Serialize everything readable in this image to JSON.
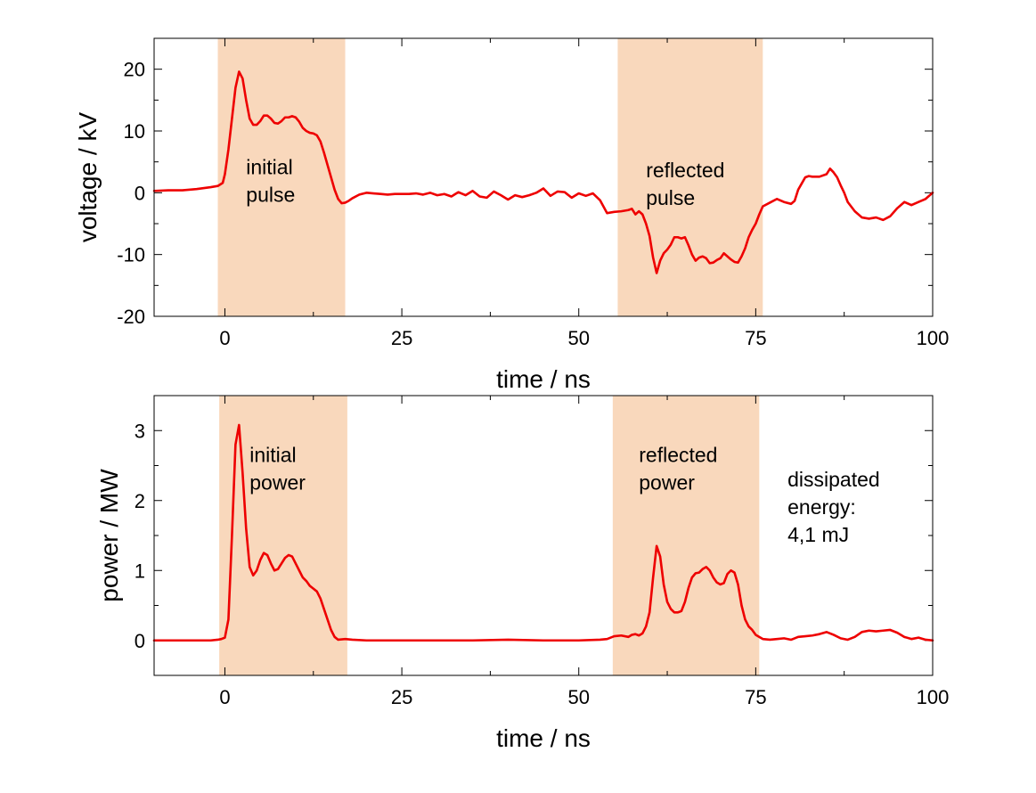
{
  "chart_data": [
    {
      "type": "line",
      "xlabel": "time / ns",
      "ylabel": "voltage / kV",
      "xlim": [
        -10,
        100
      ],
      "ylim": [
        -20,
        25
      ],
      "xticks": [
        0,
        25,
        50,
        75,
        100
      ],
      "xtick_labels": [
        "0",
        "25",
        "50",
        "75",
        "100"
      ],
      "yticks": [
        -20,
        -10,
        0,
        10,
        20
      ],
      "ytick_labels": [
        "-20",
        "-10",
        "0",
        "10",
        "20"
      ],
      "grid": false,
      "color": "#ee0000",
      "shaded_color": "#f9d8bc",
      "shaded_regions": [
        [
          -1,
          17
        ],
        [
          55.5,
          76
        ]
      ],
      "annotations": [
        {
          "lines": [
            "initial",
            "pulse"
          ],
          "x": 3,
          "y": 3
        },
        {
          "lines": [
            "reflected",
            "pulse"
          ],
          "x": 59.5,
          "y": 2.5
        }
      ],
      "series": [
        {
          "x": [
            -10,
            -8,
            -6,
            -4,
            -2,
            -1,
            -0.3,
            0,
            0.5,
            1,
            1.5,
            2,
            2.5,
            3,
            3.5,
            4,
            4.5,
            5,
            5.5,
            6,
            6.5,
            7,
            7.5,
            8,
            8.5,
            9,
            9.5,
            10,
            10.5,
            11,
            11.5,
            12,
            12.5,
            13,
            13.5,
            14,
            14.5,
            15,
            15.5,
            16,
            16.5,
            17,
            17.5,
            18,
            19,
            20,
            21,
            22,
            23,
            24,
            25,
            26,
            27,
            28,
            29,
            30,
            31,
            32,
            33,
            34,
            35,
            36,
            37,
            38,
            39,
            40,
            41,
            42,
            43,
            44,
            45,
            46,
            47,
            48,
            49,
            50,
            51,
            52,
            53,
            54,
            55,
            56,
            57,
            57.5,
            58,
            58.5,
            59,
            59.5,
            60,
            60.5,
            61,
            61.5,
            62,
            62.5,
            63,
            63.5,
            64,
            64.5,
            65,
            65.5,
            66,
            66.5,
            67,
            67.5,
            68,
            68.5,
            69,
            69.5,
            70,
            70.5,
            71,
            71.5,
            72,
            72.5,
            73,
            73.5,
            74,
            74.5,
            75,
            75.5,
            76,
            77,
            78,
            79,
            80,
            80.5,
            81,
            81.5,
            82,
            82.5,
            83,
            84,
            85,
            85.5,
            86,
            86.5,
            87,
            87.5,
            88,
            89,
            90,
            91,
            92,
            93,
            94,
            95,
            96,
            97,
            98,
            99,
            100
          ],
          "y": [
            0.3,
            0.4,
            0.4,
            0.6,
            0.9,
            1.1,
            1.6,
            3,
            7,
            12,
            17,
            19.6,
            18.5,
            15,
            12,
            11,
            11,
            11.6,
            12.5,
            12.5,
            12,
            11.3,
            11.2,
            11.6,
            12.2,
            12.2,
            12.4,
            12.2,
            11.5,
            10.5,
            10,
            9.7,
            9.6,
            9.3,
            8.3,
            6.5,
            4.5,
            2.5,
            0.5,
            -1,
            -1.7,
            -1.6,
            -1.3,
            -0.9,
            -0.3,
            0,
            -0.1,
            -0.2,
            -0.3,
            -0.2,
            -0.2,
            -0.2,
            -0.1,
            -0.3,
            0,
            -0.4,
            -0.2,
            -0.6,
            0.1,
            -0.4,
            0.3,
            -0.6,
            -0.8,
            0.2,
            -0.4,
            -1.1,
            -0.4,
            -0.7,
            -0.4,
            0,
            0.7,
            -0.5,
            0.2,
            0.1,
            -0.8,
            -0.1,
            -0.5,
            -0.1,
            -1.2,
            -3.3,
            -3.1,
            -3.0,
            -2.8,
            -2.6,
            -3.5,
            -3.0,
            -3.5,
            -5.0,
            -7.0,
            -10.5,
            -13,
            -11,
            -9.8,
            -9.2,
            -8.4,
            -7.2,
            -7.2,
            -7.4,
            -7.2,
            -8.5,
            -10,
            -11,
            -10.5,
            -10.3,
            -10.6,
            -11.4,
            -11.3,
            -10.9,
            -10.6,
            -9.8,
            -10.3,
            -10.8,
            -11.2,
            -11.3,
            -10.3,
            -9,
            -7.2,
            -6,
            -5,
            -3.5,
            -2.2,
            -1.6,
            -1,
            -1.5,
            -1.8,
            -1.3,
            0.5,
            1.5,
            2.5,
            2.7,
            2.6,
            2.6,
            3.0,
            3.9,
            3.3,
            2.5,
            1.2,
            0,
            -1.5,
            -3.0,
            -4.0,
            -4.2,
            -4.0,
            -4.4,
            -3.8,
            -2.5,
            -1.5,
            -2.0,
            -1.5,
            -1.0,
            0
          ]
        }
      ]
    },
    {
      "type": "line",
      "xlabel": "time / ns",
      "ylabel": "power / MW",
      "xlim": [
        -10,
        100
      ],
      "ylim": [
        -0.5,
        3.5
      ],
      "xticks": [
        0,
        25,
        50,
        75,
        100
      ],
      "xtick_labels": [
        "0",
        "25",
        "50",
        "75",
        "100"
      ],
      "yticks": [
        0,
        1,
        2,
        3
      ],
      "ytick_labels": [
        "0",
        "1",
        "2",
        "3"
      ],
      "grid": false,
      "color": "#ee0000",
      "shaded_color": "#f9d8bc",
      "shaded_regions": [
        [
          -0.8,
          17.3
        ],
        [
          54.8,
          75.5
        ]
      ],
      "annotations": [
        {
          "lines": [
            "initial",
            "power"
          ],
          "x": 3.5,
          "y": 2.55
        },
        {
          "lines": [
            "reflected",
            "power"
          ],
          "x": 58.5,
          "y": 2.55
        },
        {
          "lines": [
            "dissipated",
            "energy:",
            "4,1 mJ"
          ],
          "x": 79.5,
          "y": 2.2
        }
      ],
      "series": [
        {
          "x": [
            -10,
            -6,
            -2,
            -1,
            -0.5,
            0,
            0.5,
            1,
            1.5,
            2,
            2.5,
            3,
            3.5,
            4,
            4.5,
            5,
            5.5,
            6,
            6.5,
            7,
            7.5,
            8,
            8.5,
            9,
            9.5,
            10,
            10.5,
            11,
            11.5,
            12,
            12.5,
            13,
            13.5,
            14,
            14.5,
            15,
            15.5,
            16,
            17,
            18,
            20,
            25,
            30,
            35,
            40,
            45,
            50,
            53,
            54,
            55,
            56,
            57,
            57.5,
            58,
            58.5,
            59,
            59.5,
            60,
            60.5,
            61,
            61.5,
            62,
            62.5,
            63,
            63.5,
            64,
            64.5,
            65,
            65.5,
            66,
            66.5,
            67,
            67.5,
            68,
            68.5,
            69,
            69.5,
            70,
            70.5,
            71,
            71.5,
            72,
            72.5,
            73,
            73.5,
            74,
            74.5,
            75,
            75.5,
            76,
            77,
            78,
            79,
            80,
            81,
            82,
            83,
            84,
            85,
            86,
            87,
            88,
            89,
            90,
            91,
            92,
            93,
            94,
            95,
            96,
            97,
            98,
            99,
            100
          ],
          "y": [
            0,
            0,
            0,
            0.01,
            0.02,
            0.04,
            0.3,
            1.5,
            2.8,
            3.08,
            2.4,
            1.6,
            1.05,
            0.93,
            1.0,
            1.15,
            1.25,
            1.22,
            1.1,
            1.0,
            1.02,
            1.1,
            1.18,
            1.22,
            1.2,
            1.1,
            1.0,
            0.9,
            0.85,
            0.78,
            0.74,
            0.7,
            0.6,
            0.45,
            0.3,
            0.15,
            0.05,
            0.01,
            0.02,
            0.01,
            0,
            0,
            0,
            0,
            0.01,
            0,
            0,
            0.01,
            0.02,
            0.06,
            0.07,
            0.05,
            0.08,
            0.09,
            0.07,
            0.1,
            0.2,
            0.4,
            0.9,
            1.35,
            1.2,
            0.8,
            0.55,
            0.45,
            0.4,
            0.4,
            0.42,
            0.55,
            0.75,
            0.9,
            0.96,
            0.97,
            1.02,
            1.05,
            1.0,
            0.9,
            0.83,
            0.8,
            0.82,
            0.95,
            1.0,
            0.97,
            0.8,
            0.5,
            0.3,
            0.2,
            0.15,
            0.08,
            0.05,
            0.02,
            0.01,
            0.02,
            0.03,
            0.01,
            0.05,
            0.06,
            0.07,
            0.09,
            0.12,
            0.08,
            0.03,
            0.01,
            0.05,
            0.12,
            0.14,
            0.13,
            0.14,
            0.15,
            0.11,
            0.05,
            0.02,
            0.04,
            0.01,
            0
          ]
        }
      ]
    }
  ]
}
